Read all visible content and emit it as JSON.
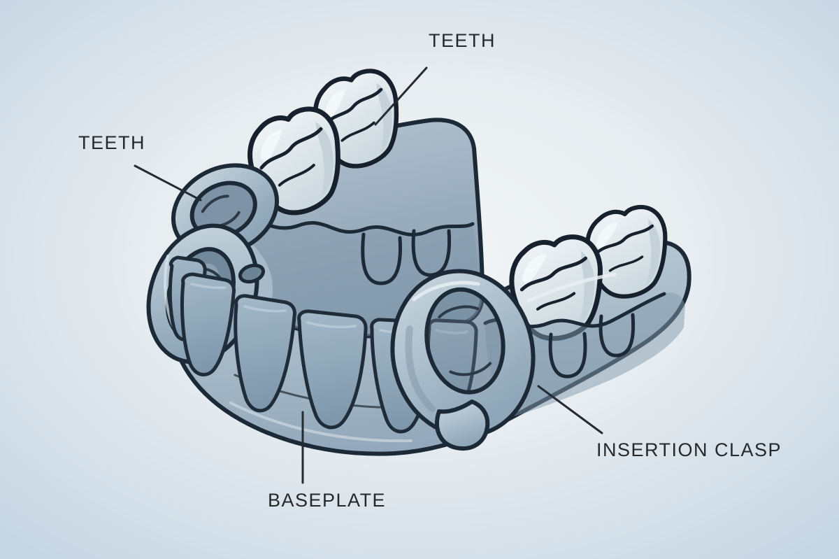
{
  "figure": {
    "subject": "removable partial denture illustration",
    "labels": {
      "teeth_top": "TEETH",
      "teeth_left": "TEETH",
      "baseplate": "BASEPLATE",
      "insertion_clasp": "INSERTION CLASP"
    },
    "colors": {
      "background_center": "#f2f5f6",
      "background_edge": "#c5d5e3",
      "outline": "#1c2937",
      "label_text": "#26292c",
      "gum_light": "#b4c4d0",
      "gum_dark": "#879db0",
      "white_tooth": "#e9f0f2",
      "front_tooth": "#8aa0b2",
      "clasp": "#a9bdcc",
      "leader_line": "#242b33"
    }
  }
}
